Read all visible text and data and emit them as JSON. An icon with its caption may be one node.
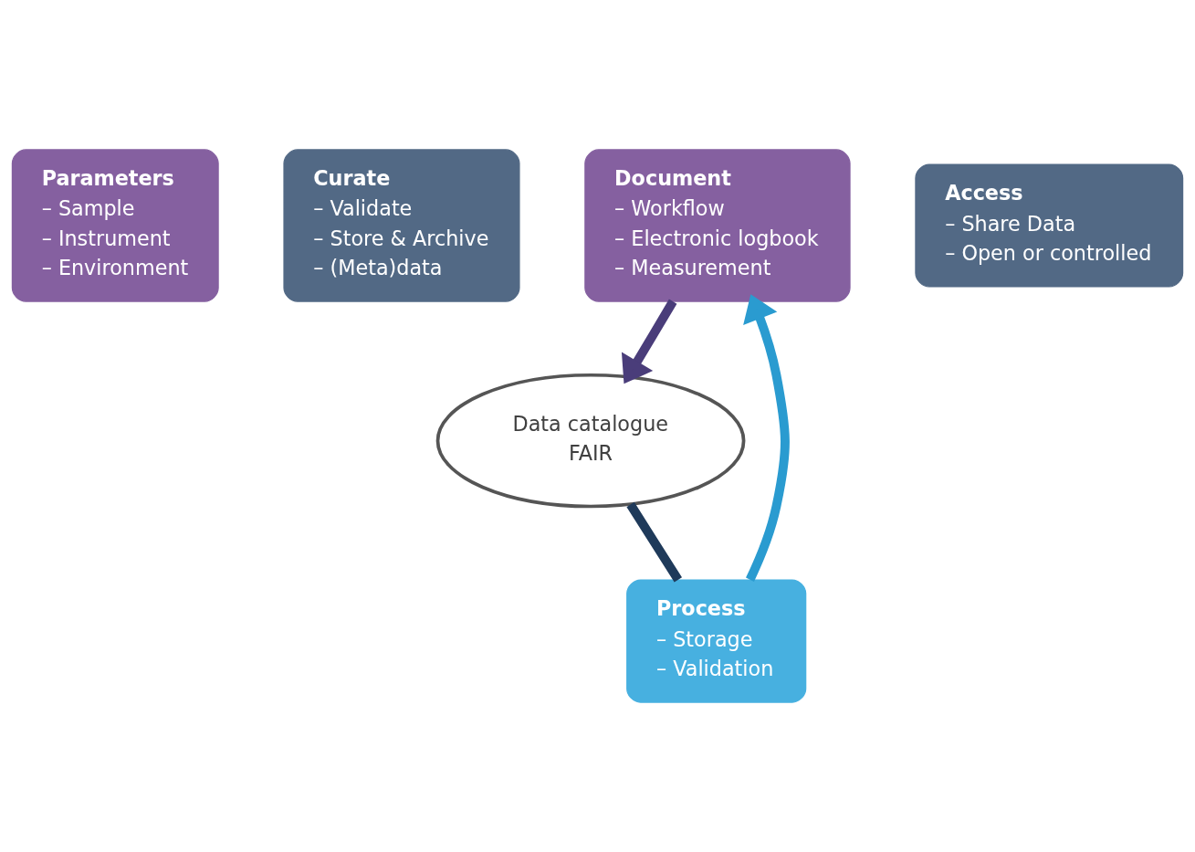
{
  "diagram": {
    "nodes": [
      {
        "text": [
          "Parameters",
          "– Sample",
          "– Instrument",
          "– Environment"
        ]
      },
      {
        "text": [
          "Curate",
          "– Validate",
          "– Store & Archive",
          "– (Meta)data"
        ]
      },
      {
        "text": [
          "Document",
          "– Workflow",
          "– Electronic logbook",
          "– Measurement"
        ]
      },
      {
        "text": [
          "Data catalogue",
          "FAIR"
        ]
      },
      {
        "text": [
          "Access",
          "– Share Data",
          "– Open or controlled"
        ]
      },
      {
        "text": [
          "Process",
          "– Storage",
          "– Validation"
        ]
      }
    ],
    "edges": [
      {
        "from": 5,
        "to": 2,
        "arrow": "to",
        "color": "#2a9bd0"
      },
      {
        "from": 2,
        "to": 3,
        "arrow": "to",
        "color": "#4a3d7a"
      },
      {
        "from": 3,
        "to": 5,
        "arrow": "none",
        "color": "#1f3a5a"
      }
    ]
  }
}
